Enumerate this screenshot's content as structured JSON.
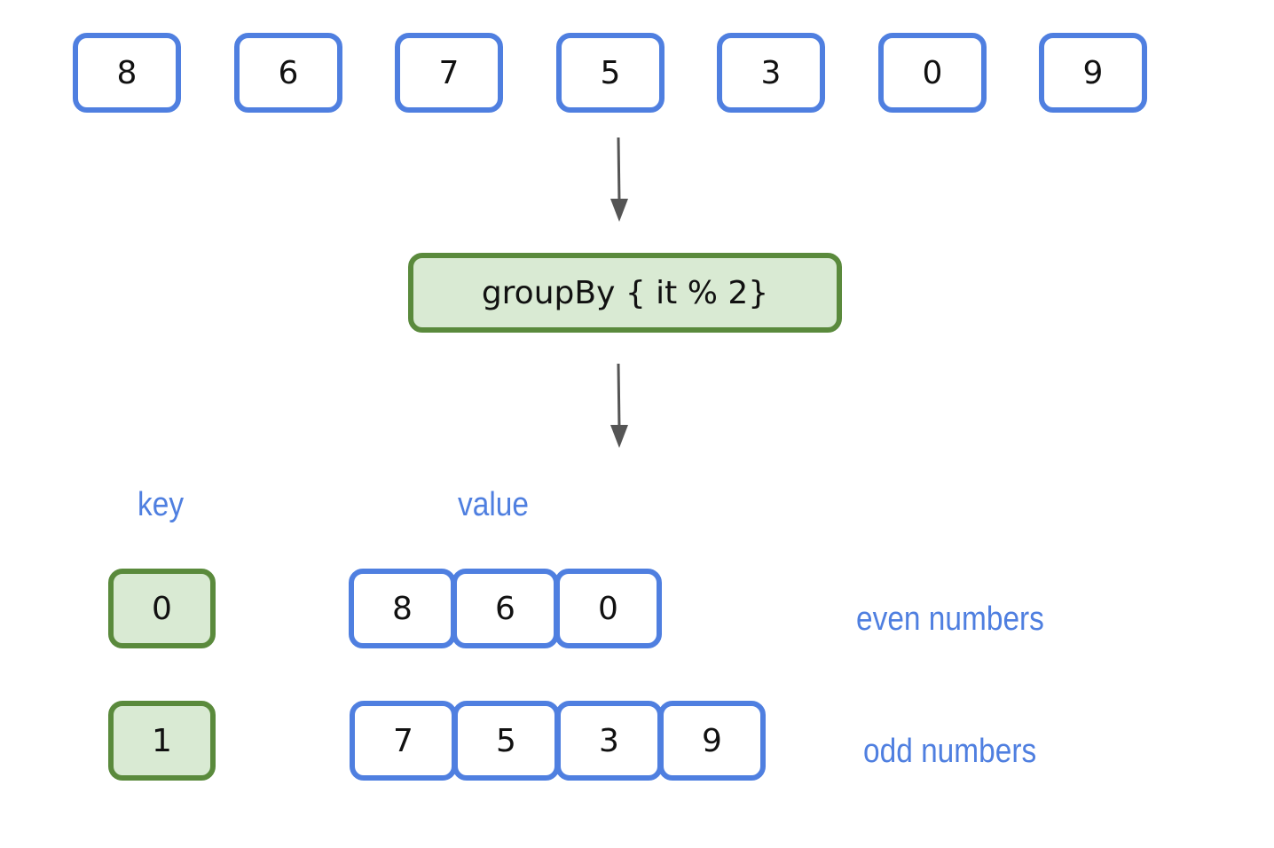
{
  "input_values": [
    "8",
    "6",
    "7",
    "5",
    "3",
    "0",
    "9"
  ],
  "operation": "groupBy { it % 2}",
  "labels": {
    "key": "key",
    "value": "value",
    "even": "even numbers",
    "odd": "odd numbers"
  },
  "groups": [
    {
      "key": "0",
      "values": [
        "8",
        "6",
        "0"
      ]
    },
    {
      "key": "1",
      "values": [
        "7",
        "5",
        "3",
        "9"
      ]
    }
  ],
  "colors": {
    "element_border": "#4f7fe0",
    "key_border": "#5a8a3c",
    "key_fill": "#d9ead3",
    "label_text": "#4f7fe0",
    "arrow": "#555555"
  }
}
